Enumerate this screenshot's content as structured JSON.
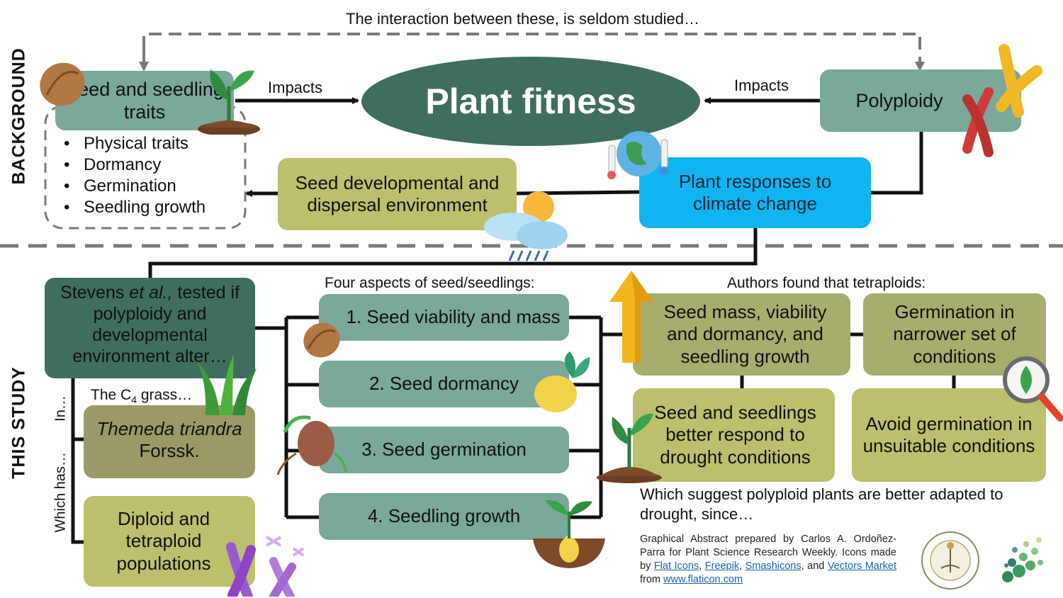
{
  "top_note": "The interaction between these, is seldom studied…",
  "sections": {
    "background": "BACKGROUND",
    "this_study": "THIS STUDY"
  },
  "background": {
    "seed_traits": "Seed and seedling traits",
    "traits_list": [
      "Physical traits",
      "Dormancy",
      "Germination",
      "Seedling growth"
    ],
    "impacts_left": "Impacts",
    "impacts_right": "Impacts",
    "plant_fitness": "Plant fitness",
    "polyploidy": "Polyploidy",
    "seed_env": "Seed developmental and dispersal environment",
    "climate": "Plant responses to climate change"
  },
  "study": {
    "stevens_prefix": "Stevens ",
    "stevens_italic": "et al.,",
    "stevens_rest": "tested if polyploidy and developmental environment alter…",
    "in_label": "In…",
    "which_has_label": "Which has…",
    "c4_prefix": "The C",
    "c4_sub": "4",
    "c4_suffix": " grass…",
    "themeda_italic": "Themeda triandra",
    "themeda_rest": " Forssk.",
    "populations": "Diploid and tetraploid populations",
    "aspects_title": "Four aspects of seed/seedlings:",
    "aspects": [
      "1. Seed viability and mass",
      "2. Seed dormancy",
      "3. Seed germination",
      "4. Seedling growth"
    ],
    "findings_title": "Authors found that tetraploids:",
    "findings": [
      "Seed mass, viability and dormancy, and seedling growth",
      "Germination in narrower set of conditions",
      "Seed and seedlings better respond to drought conditions",
      "Avoid germination in unsuitable conditions"
    ],
    "conclusion": "Which suggest polyploid plants are better adapted to drought, since…"
  },
  "credits": {
    "text1": "Graphical Abstract prepared by Carlos A. Ordoñez-Parra for Plant Science Research Weekly. Icons made by ",
    "link1": "Flat Icons",
    "sep1": ", ",
    "link2": "Freepik",
    "sep2": ", ",
    "link3": "Smashicons",
    "sep3": ", and ",
    "link4": "Vectors Market",
    "text2": " from ",
    "link5": "www.flaticon.com"
  },
  "colors": {
    "teal": "#7aa89a",
    "dark_green": "#3f6e5f",
    "olive": "#bcc06d",
    "khaki": "#9a9a68",
    "blue": "#10b4f0",
    "dashed_gray": "#7a7a7a"
  }
}
